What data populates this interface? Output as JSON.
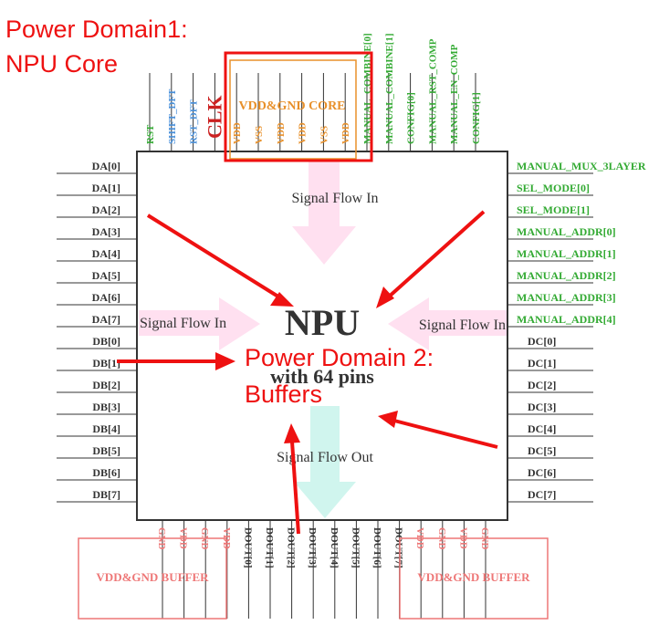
{
  "chip": {
    "title": "NPU",
    "subtitle": "with 64 pins",
    "signal_in_top": "Signal Flow In",
    "signal_in_left": "Signal Flow In",
    "signal_in_right": "Signal Flow In",
    "signal_out": "Signal Flow Out"
  },
  "pins": {
    "left": [
      "DA[0]",
      "DA[1]",
      "DA[2]",
      "DA[3]",
      "DA[4]",
      "DA[5]",
      "DA[6]",
      "DA[7]",
      "DB[0]",
      "DB[1]",
      "DB[2]",
      "DB[3]",
      "DB[4]",
      "DB[5]",
      "DB[6]",
      "DB[7]"
    ],
    "right_green": [
      "MANUAL_MUX_3LAYER",
      "SEL_MODE[0]",
      "SEL_MODE[1]",
      "MANUAL_ADDR[0]",
      "MANUAL_ADDR[1]",
      "MANUAL_ADDR[2]",
      "MANUAL_ADDR[3]",
      "MANUAL_ADDR[4]"
    ],
    "right_dark": [
      "DC[0]",
      "DC[1]",
      "DC[2]",
      "DC[3]",
      "DC[4]",
      "DC[5]",
      "DC[6]",
      "DC[7]"
    ],
    "top": [
      {
        "label": "RST",
        "color": "#33aa33"
      },
      {
        "label": "SHIFT_DFT",
        "color": "#4a90d9"
      },
      {
        "label": "RST_DFT",
        "color": "#4a90d9"
      },
      {
        "label": "CLK",
        "color": "#cc2222"
      },
      {
        "label": "VDD",
        "color": "#e8902a"
      },
      {
        "label": "VSS",
        "color": "#e8902a"
      },
      {
        "label": "VDD",
        "color": "#e8902a"
      },
      {
        "label": "VDD",
        "color": "#e8902a"
      },
      {
        "label": "VSS",
        "color": "#e8902a"
      },
      {
        "label": "VDD",
        "color": "#e8902a"
      },
      {
        "label": "MANUAL_COMBINE[0]",
        "color": "#33aa33"
      },
      {
        "label": "MANUAL_COMBINE[1]",
        "color": "#33aa33"
      },
      {
        "label": "CONFIG[0]",
        "color": "#33aa33"
      },
      {
        "label": "MANUAL_RST_COMP",
        "color": "#33aa33"
      },
      {
        "label": "MANUAL_EN_COMP",
        "color": "#33aa33"
      },
      {
        "label": "CONFIG[1]",
        "color": "#33aa33"
      }
    ],
    "bottom_left_power": [
      "GND",
      "VDD",
      "GND",
      "VDD"
    ],
    "bottom_dout": [
      "DOUT[0]",
      "DOUT[1]",
      "DOUT[2]",
      "DOUT[3]",
      "DOUT[4]",
      "DOUT[5]",
      "DOUT[6]",
      "DOUT[7]"
    ],
    "bottom_right_power": [
      "VDD",
      "GND",
      "VDD",
      "GND"
    ]
  },
  "groups": {
    "core_label": "VDD&GND CORE",
    "buffer_left_label": "VDD&GND BUFFER",
    "buffer_right_label": "VDD&GND BUFFER"
  },
  "annotations": {
    "domain1_line1": "Power Domain1:",
    "domain1_line2": "NPU Core",
    "domain2_line1": "Power Domain 2:",
    "domain2_line2": "Buffers"
  },
  "colors": {
    "annotation": "#ee1111",
    "pin_dark": "#333333",
    "pin_green": "#33aa33",
    "pin_blue": "#4a90d9",
    "core_orange": "#e8902a",
    "buffer_pink": "#ee7777",
    "flow_pink": "#ffe0f0",
    "flow_teal": "#d0f5ee"
  }
}
